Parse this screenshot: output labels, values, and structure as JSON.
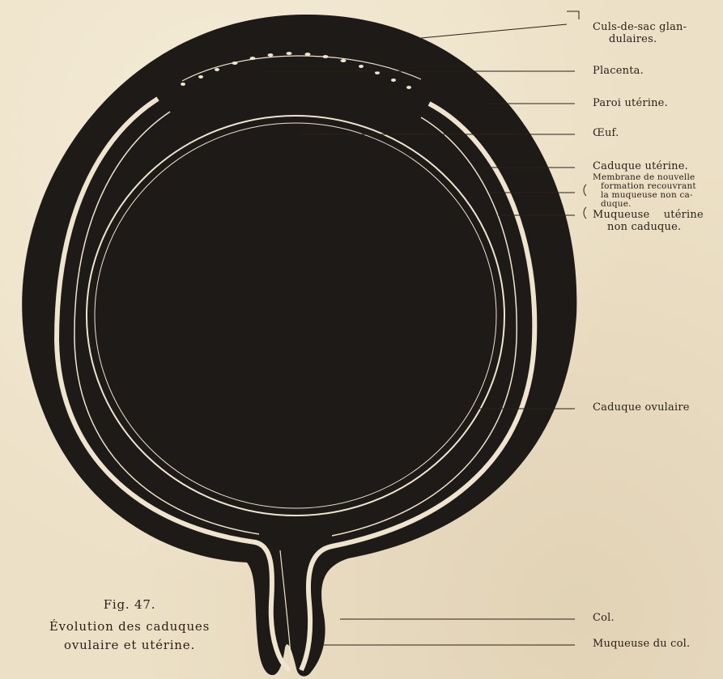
{
  "labels": {
    "culs_de_sac_line1": "Culs-de-sac glan-",
    "culs_de_sac_line2": "dulaires.",
    "placenta": "Placenta.",
    "paroi_uterine": "Paroi utérine.",
    "oeuf": "Œuf.",
    "caduque_uterine": "Caduque utérine.",
    "membrane_line1": "Membrane de nouvelle",
    "membrane_line2": "formation recouvrant",
    "membrane_line3": "la muqueuse non ca-",
    "membrane_line4": "duque.",
    "muqueuse_line1": "Muqueuse    utérine",
    "muqueuse_line2": "non caduque.",
    "caduque_ovulaire": "Caduque ovulaire",
    "col": "Col.",
    "muqueuse_du_col": "Muqueuse du col."
  },
  "caption": {
    "fig_number": "Fig. 47.",
    "line1": "Évolution des caduques",
    "line2": "ovulaire et utérine."
  },
  "colors": {
    "paper": "#ece0c6",
    "ink": "#1d1a17",
    "band": "#efe4cd"
  }
}
